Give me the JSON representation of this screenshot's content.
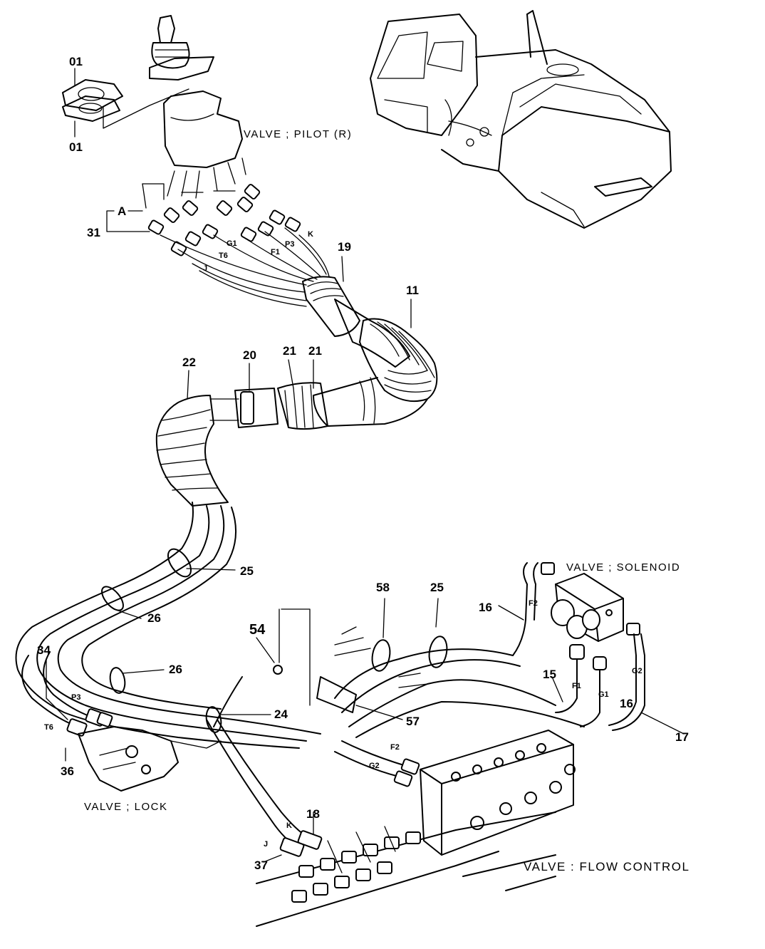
{
  "labels": {
    "valve_pilot": "VALVE ; PILOT (R)",
    "valve_solenoid": "VALVE ; SOLENOID",
    "valve_lock": "VALVE ; LOCK",
    "valve_flow_control": "VALVE : FLOW CONTROL"
  },
  "callouts": {
    "c01_top": "01",
    "c01_bottom": "01",
    "cA": "A",
    "c31": "31",
    "c19": "19",
    "c11": "11",
    "c22": "22",
    "c20": "20",
    "c21_left": "21",
    "c21_right": "21",
    "c25_upper": "25",
    "c26_upper": "26",
    "c26_lower": "26",
    "c34": "34",
    "c36": "36",
    "c54": "54",
    "c24": "24",
    "c57": "57",
    "c58": "58",
    "c25_lower": "25",
    "c16": "16",
    "c15": "15",
    "c16_right": "16",
    "c17": "17",
    "c18": "18",
    "c37": "37"
  },
  "ports": {
    "G1": "G1",
    "T6_top": "T6",
    "F1_top": "F1",
    "P3_top": "P3",
    "K_top": "K",
    "J_top": "J",
    "P3_left": "P3",
    "T6_left": "T6",
    "F2_valve": "F2",
    "G2_valve": "G2",
    "F2_sol": "F2",
    "F1_sol": "F1",
    "G1_sol": "G1",
    "G2_sol": "G2",
    "K_bottom": "K",
    "J_bottom": "J"
  }
}
